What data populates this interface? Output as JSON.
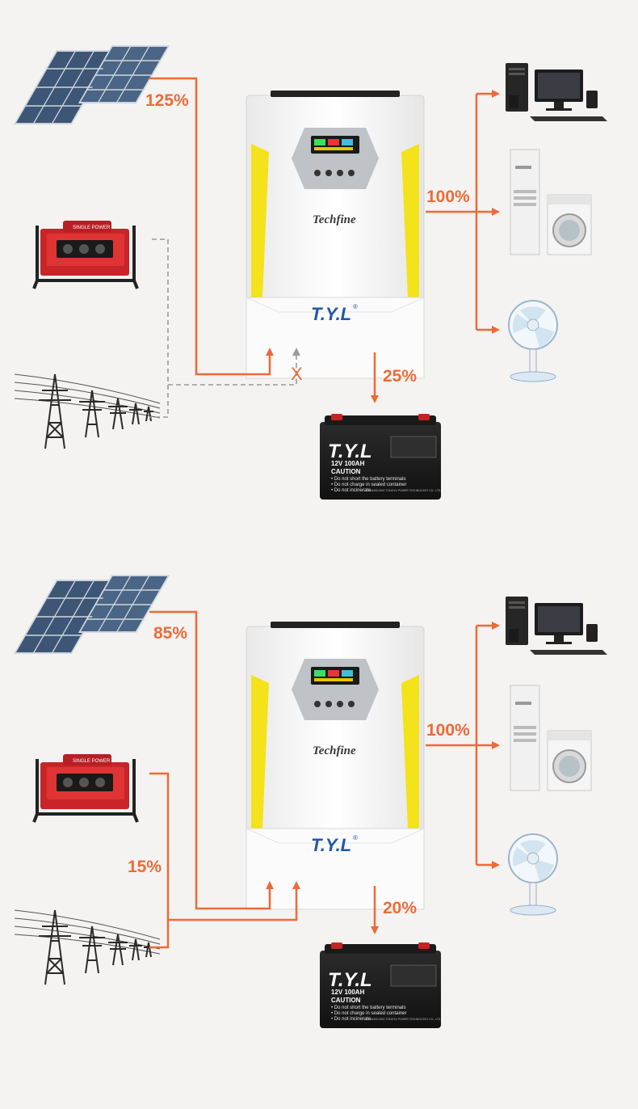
{
  "colors": {
    "flow": "#ee6a37",
    "grid_line": "#9a9a9a",
    "background": "#f4f3f1",
    "inverter_accent": "#f4e21a",
    "brand_blue": "#2057a8"
  },
  "scenarios": [
    {
      "solar_pct": "125%",
      "load_pct": "100%",
      "battery_pct": "25%",
      "grid_pct": "",
      "grid_blocked_mark": "X",
      "inverter": {
        "brand": "Techfine",
        "logo": "T.Y.L",
        "logo_mark": "®"
      },
      "battery": {
        "logo": "T.Y.L",
        "rating": "12V 100AH",
        "caution": "CAUTION",
        "line1": "• Do not short the battery terminals",
        "line2": "• Do not charge in sealed container",
        "line3": "• Do not incinerate",
        "maker": "GUANGDONG TONGYU POWER TECHNOLOGY CO., LTD."
      }
    },
    {
      "solar_pct": "85%",
      "load_pct": "100%",
      "battery_pct": "20%",
      "grid_pct": "15%",
      "grid_blocked_mark": "",
      "inverter": {
        "brand": "Techfine",
        "logo": "T.Y.L",
        "logo_mark": "®"
      },
      "battery": {
        "logo": "T.Y.L",
        "rating": "12V 100AH",
        "caution": "CAUTION",
        "line1": "• Do not short the battery terminals",
        "line2": "• Do not charge in sealed container",
        "line3": "• Do not incinerate",
        "maker": "GUANGDONG TONGYU POWER TECHNOLOGY CO., LTD."
      }
    }
  ],
  "icons": [
    "solar-panel-icon",
    "generator-icon",
    "power-tower-icon",
    "desktop-computer-icon",
    "air-conditioner-icon",
    "washing-machine-icon",
    "electric-fan-icon",
    "battery-icon",
    "inverter-icon"
  ]
}
